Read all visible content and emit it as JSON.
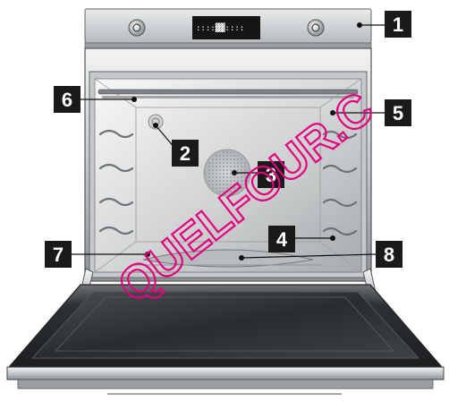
{
  "display": {
    "text": "::::▓▓::::"
  },
  "callouts": [
    {
      "number": "1"
    },
    {
      "number": "2"
    },
    {
      "number": "3"
    },
    {
      "number": "4"
    },
    {
      "number": "5"
    },
    {
      "number": "6"
    },
    {
      "number": "7"
    },
    {
      "number": "8"
    }
  ],
  "watermark": {
    "text": "QUELFOUR.C"
  },
  "colors": {
    "label_bg": "#1a1a1a",
    "label_text": "#ffffff",
    "watermark": "#e5007e",
    "steel": "#bfc3c6"
  }
}
